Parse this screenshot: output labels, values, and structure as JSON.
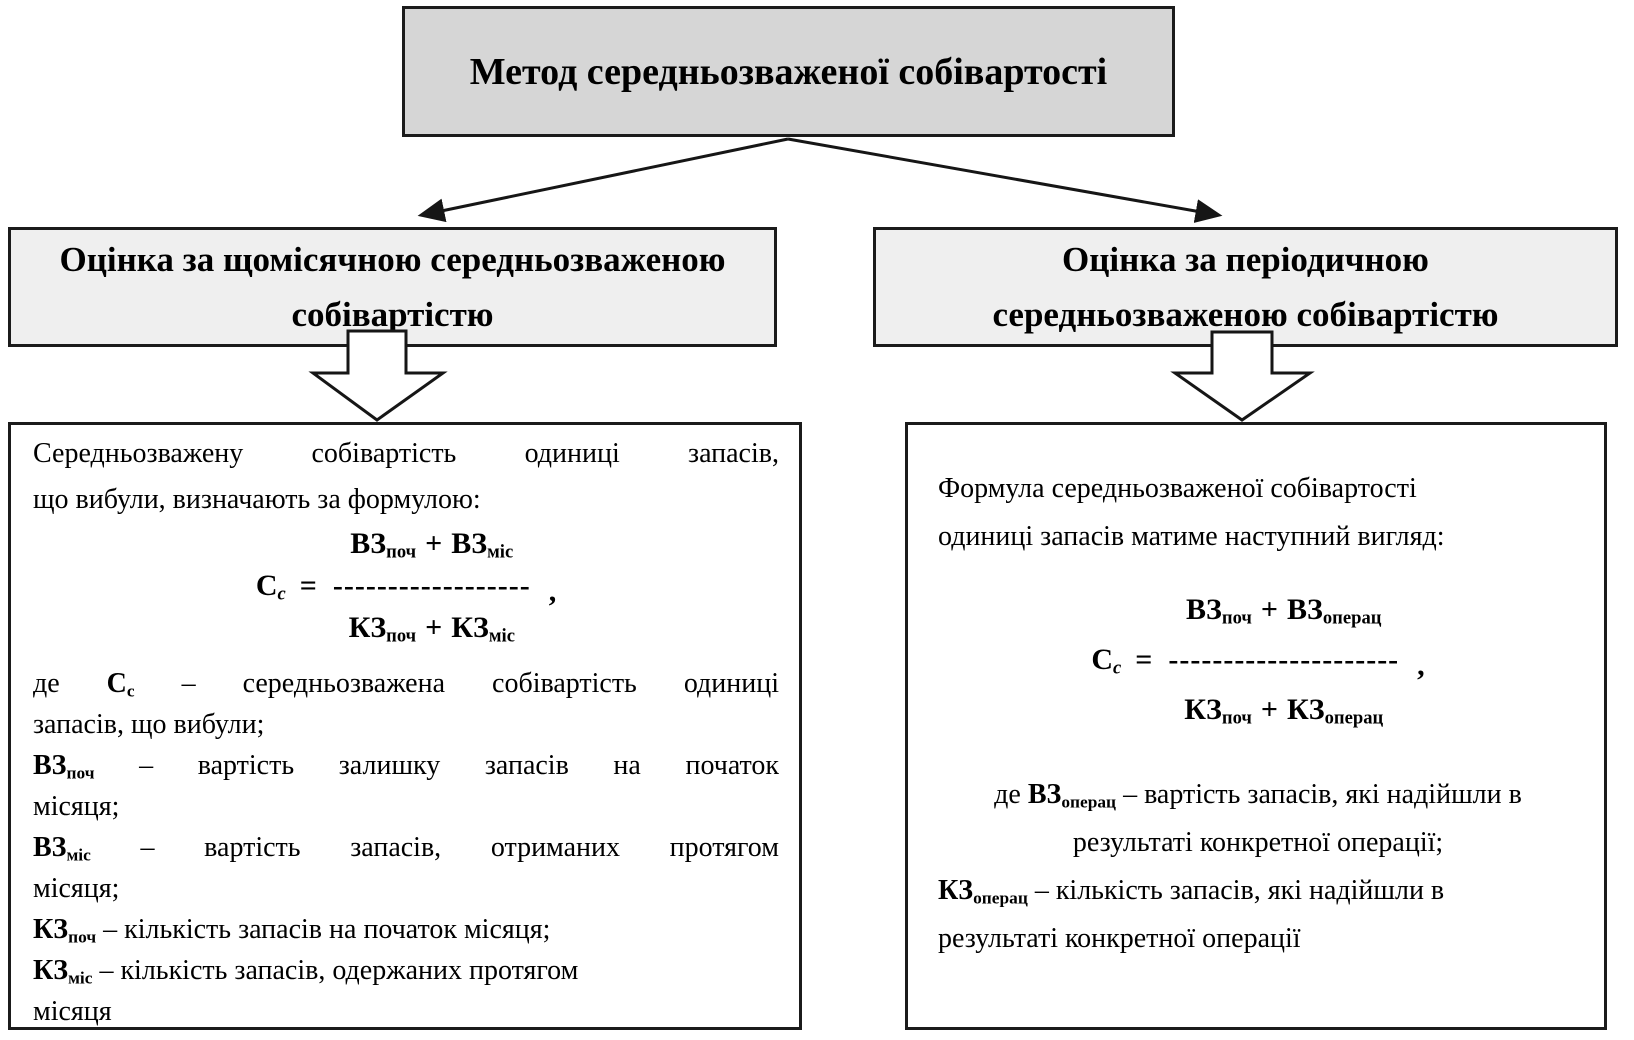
{
  "title": "Метод середньозваженої собівартості",
  "colors": {
    "root_fill": "#d6d6d6",
    "header_fill": "#efefef",
    "border": "#1b1b1b",
    "detail_fill": "#ffffff"
  },
  "shapes": {
    "branch_left": "diagonal-arrow-down-left",
    "branch_right": "diagonal-arrow-down-right",
    "block_left": "hollow-block-arrow-down",
    "block_right": "hollow-block-arrow-down"
  },
  "left": {
    "header_l1": "Оцінка за щомісячною середньозваженою",
    "header_l2": "собівартістю",
    "intro_l1": "Середньозважену собівартість одиниці запасів,",
    "intro_l2": "що вибули, визначають за формулою:",
    "formula": {
      "num_b1": "ВЗ",
      "num_s1": "поч",
      "num_plus": "+",
      "num_b2": "ВЗ",
      "num_s2": "міс",
      "lhs_b": "С",
      "lhs_s": "с",
      "eq": "=",
      "dashes": "------------------",
      "comma": ",",
      "den_b1": "КЗ",
      "den_s1": "поч",
      "den_plus": "+",
      "den_b2": "КЗ",
      "den_s2": "міс"
    },
    "defs": [
      {
        "prefix": "де ",
        "term_b": "С",
        "term_s": "с",
        "rest_l1": " – середньозважена собівартість одиниці",
        "l2": "запасів, що вибули;"
      },
      {
        "prefix": "",
        "term_b": "ВЗ",
        "term_s": "поч",
        "rest_l1": " – вартість залишку запасів на початок",
        "l2": "місяця;"
      },
      {
        "prefix": "",
        "term_b": "ВЗ",
        "term_s": "міс",
        "rest_l1": " – вартість запасів, отриманих протягом",
        "l2": "місяця;"
      },
      {
        "prefix": "",
        "term_b": "КЗ",
        "term_s": "поч",
        "rest_l1": " – кількість запасів на початок місяця;"
      },
      {
        "prefix": "",
        "term_b": "КЗ",
        "term_s": "міс",
        "rest_l1": " – кількість запасів, одержаних протягом",
        "l2": "місяця"
      }
    ]
  },
  "right": {
    "header_l1": "Оцінка за періодичною",
    "header_l2": "середньозваженою собівартістю",
    "intro_l1": "Формула середньозваженої собівартості",
    "intro_l2": "одиниці запасів матиме наступний вигляд:",
    "formula": {
      "num_b1": "ВЗ",
      "num_s1": "поч",
      "num_plus": "+",
      "num_b2": "ВЗ",
      "num_s2": "операц",
      "lhs_b": "С",
      "lhs_s": "с",
      "eq": "=",
      "dashes": "---------------------",
      "comma": ",",
      "den_b1": "КЗ",
      "den_s1": "поч",
      "den_plus": "+",
      "den_b2": "КЗ",
      "den_s2": "операц"
    },
    "defs": [
      {
        "prefix": "де ",
        "term_b": "ВЗ",
        "term_s": "операц",
        "rest_l1": " – вартість запасів, які надійшли в",
        "l2": "результаті конкретної операції;"
      },
      {
        "prefix": "",
        "term_b": "КЗ",
        "term_s": "операц",
        "rest_l1": " – кількість запасів, які надійшли в",
        "l2": "результаті конкретної операції"
      }
    ]
  }
}
